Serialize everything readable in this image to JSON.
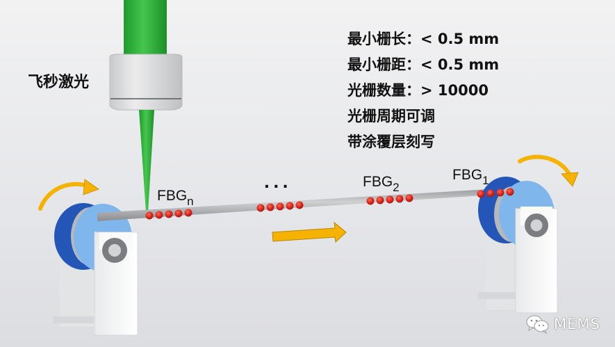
{
  "diagram": {
    "laser_label": "飞秒激光",
    "specs": [
      "最小栅长：< 0.5 mm",
      "最小栅距：< 0.5 mm",
      "光栅数量：> 10000",
      "光栅周期可调",
      "带涂覆层刻写"
    ],
    "gratings": [
      {
        "label": "FBG",
        "subscript": "n"
      },
      {
        "label": "FBG",
        "subscript": "2"
      },
      {
        "label": "FBG",
        "subscript": "1"
      }
    ],
    "ellipsis": "···",
    "direction": "left-to-right",
    "colors": {
      "laser_beam": "#2fb53a",
      "grating_dot": "#d8241c",
      "roller_dark": "#2456b8",
      "roller_light": "#7fb6ec",
      "arrow": "#f5b300",
      "fiber": "#a9abae"
    }
  },
  "watermark": {
    "icon": "wechat-icon",
    "text": "MEMS"
  }
}
